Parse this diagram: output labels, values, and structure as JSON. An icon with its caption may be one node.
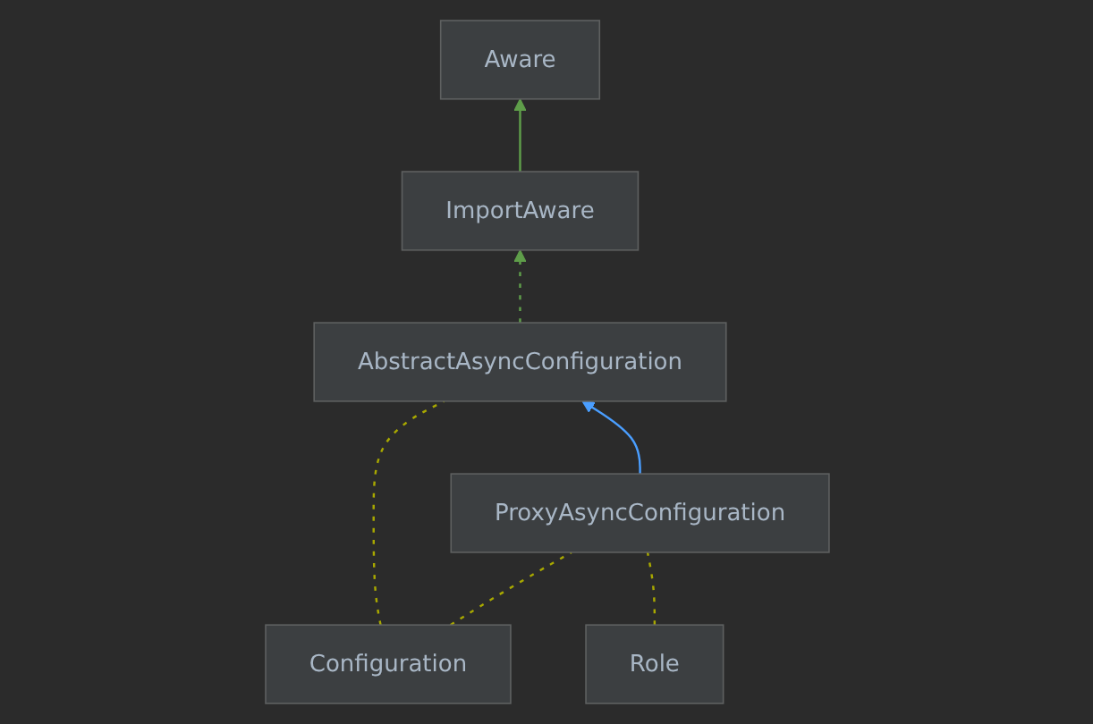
{
  "diagram": {
    "nodes": [
      {
        "text": [
          "Aware"
        ]
      },
      {
        "text": [
          "ImportAware"
        ]
      },
      {
        "text": [
          "Configuration"
        ]
      },
      {
        "text": [
          "AbstractAsyncConfiguration"
        ]
      },
      {
        "text": [
          "Role"
        ]
      },
      {
        "text": [
          "ProxyAsyncConfiguration"
        ]
      }
    ],
    "edges": [
      {
        "from": 1,
        "to": 0,
        "arrow": "to",
        "color": "#5f9e4a"
      },
      {
        "from": 3,
        "to": 1,
        "arrow": "to",
        "style": "dashed",
        "color": "#5f9e4a"
      },
      {
        "from": 2,
        "to": 3,
        "arrow": "none",
        "style": "dashed",
        "color": "#a8a800"
      },
      {
        "from": 2,
        "to": 5,
        "arrow": "none",
        "style": "dashed",
        "color": "#a8a800"
      },
      {
        "from": 4,
        "to": 5,
        "arrow": "none",
        "style": "dashed",
        "color": "#a8a800"
      },
      {
        "from": 5,
        "to": 3,
        "arrow": "to",
        "color": "#4a9eff"
      }
    ]
  }
}
